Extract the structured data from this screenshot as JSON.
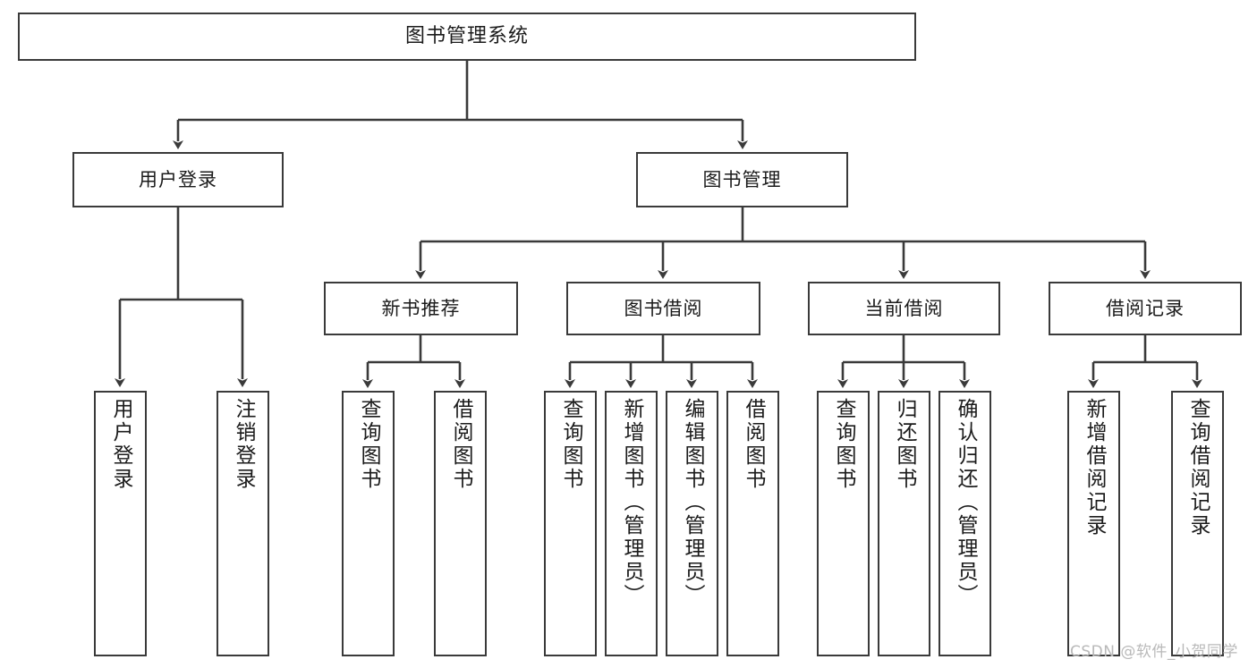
{
  "diagram": {
    "type": "tree-hierarchy",
    "title": "图书管理系统",
    "orientation": "top-down",
    "nodes": {
      "root": {
        "label": "图书管理系统",
        "level": 1
      },
      "l2": [
        {
          "id": "user-login",
          "label": "用户登录",
          "level": 2
        },
        {
          "id": "book-manage",
          "label": "图书管理",
          "level": 2
        }
      ],
      "l3": [
        {
          "id": "new-book-recommend",
          "label": "新书推荐",
          "level": 3,
          "parent": "book-manage"
        },
        {
          "id": "book-borrow",
          "label": "图书借阅",
          "level": 3,
          "parent": "book-manage"
        },
        {
          "id": "current-borrow",
          "label": "当前借阅",
          "level": 3,
          "parent": "book-manage"
        },
        {
          "id": "borrow-record",
          "label": "借阅记录",
          "level": 3,
          "parent": "book-manage"
        }
      ],
      "leaves": {
        "user_login": [
          {
            "id": "leaf-user-login",
            "label": "用户登录"
          },
          {
            "id": "leaf-logout-login",
            "label": "注销登录"
          }
        ],
        "new_book_recommend": [
          {
            "id": "leaf-query-book-1",
            "label": "查询图书"
          },
          {
            "id": "leaf-borrow-book-1",
            "label": "借阅图书"
          }
        ],
        "book_borrow": [
          {
            "id": "leaf-query-book-2",
            "label": "查询图书"
          },
          {
            "id": "leaf-add-book",
            "label": "新增图书（管理员）"
          },
          {
            "id": "leaf-edit-book",
            "label": "编辑图书（管理员）"
          },
          {
            "id": "leaf-borrow-book-2",
            "label": "借阅图书"
          }
        ],
        "current_borrow": [
          {
            "id": "leaf-query-book-3",
            "label": "查询图书"
          },
          {
            "id": "leaf-return-book",
            "label": "归还图书"
          },
          {
            "id": "leaf-confirm-return",
            "label": "确认归还（管理员）"
          }
        ],
        "borrow_record": [
          {
            "id": "leaf-add-borrow-record",
            "label": "新增借阅记录"
          },
          {
            "id": "leaf-query-borrow-record",
            "label": "查询借阅记录"
          }
        ]
      }
    },
    "colors": {
      "box_border": "#3a3a3a",
      "box_fill": "#ffffff",
      "connector": "#3a3a3a",
      "text": "#1b1b1b",
      "watermark": "#b9b9b9",
      "background": "#ffffff"
    }
  },
  "watermark": {
    "text": "CSDN @软件_小贺同学"
  }
}
